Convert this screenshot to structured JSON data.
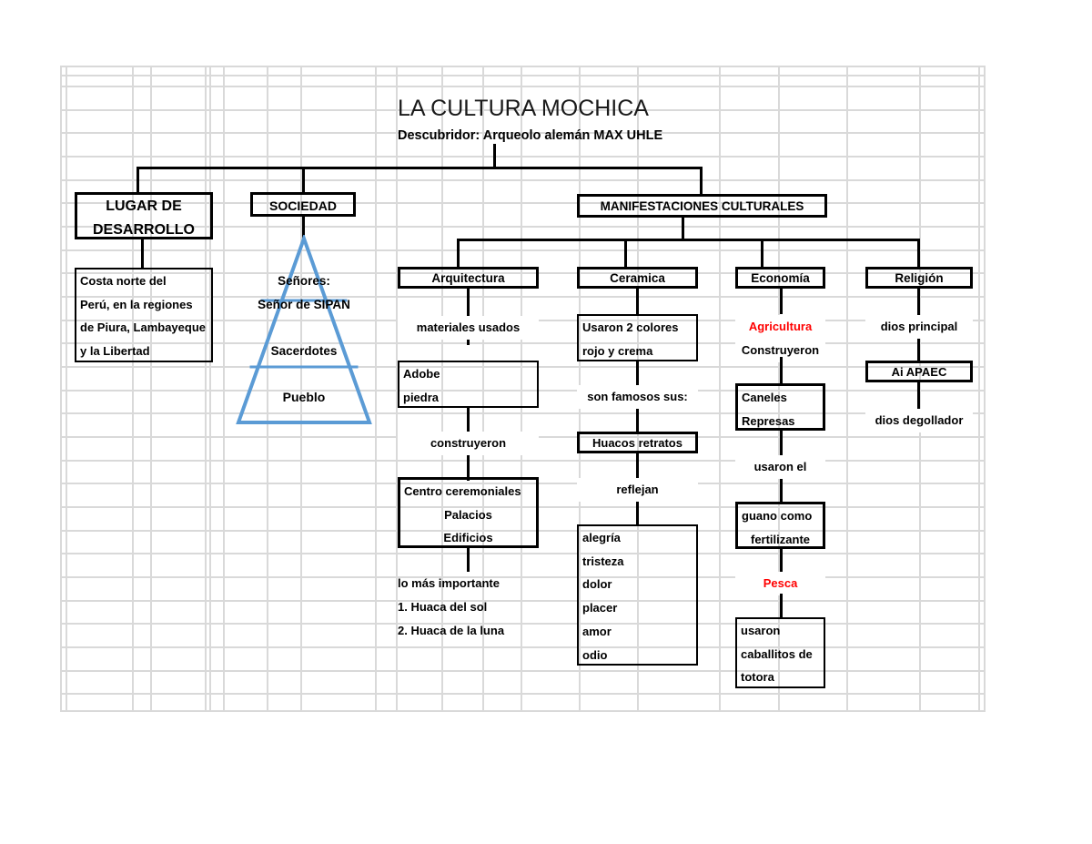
{
  "document": {
    "title": "LA CULTURA MOCHICA",
    "subtitle": "Descubridor: Arqueolo alemán MAX UHLE"
  },
  "colors": {
    "text": "#000000",
    "highlight": "#ff0000",
    "grid": "#d9d9d9",
    "pyramid": "#5b9bd5"
  },
  "branches": {
    "lugar": {
      "heading_line1": "LUGAR DE",
      "heading_line2": "DESARROLLO",
      "detail": [
        "Costa norte del",
        "Perú, en la regiones",
        "de Piura, Lambayeque",
        "y la Libertad"
      ]
    },
    "sociedad": {
      "heading": "SOCIEDAD",
      "pyramid": {
        "top_line1": "Señores:",
        "top_line2": "Señor de SIPAN",
        "middle": "Sacerdotes",
        "bottom": "Pueblo"
      }
    },
    "manifestaciones": {
      "heading": "MANIFESTACIONES CULTURALES",
      "arquitectura": {
        "heading": "Arquitectura",
        "connector1": "materiales usados",
        "materials": [
          "Adobe",
          "piedra"
        ],
        "connector2": "construyeron",
        "buildings": [
          "Centro ceremoniales",
          "Palacios",
          "Edificios"
        ],
        "important_label": "lo más importante",
        "important_items": [
          "1. Huaca del sol",
          "2. Huaca de la luna"
        ]
      },
      "ceramica": {
        "heading": "Ceramica",
        "colors_box": [
          "Usaron 2 colores",
          "rojo y crema"
        ],
        "connector1": "son famosos sus:",
        "famous": "Huacos retratos",
        "connector2": "reflejan",
        "emotions": [
          "alegría",
          "tristeza",
          "dolor",
          "placer",
          "amor",
          "odio"
        ]
      },
      "economia": {
        "heading": "Economía",
        "agricultura_label": "Agricultura",
        "agricultura_verb": "Construyeron",
        "works": [
          "Caneles",
          "Represas"
        ],
        "connector": "usaron el",
        "fertilizer": [
          "guano como",
          "fertilizante"
        ],
        "pesca_label": "Pesca",
        "pesca_detail": [
          "usaron",
          "caballitos de",
          "totora"
        ]
      },
      "religion": {
        "heading": "Religión",
        "connector1": "dios principal",
        "god": "Ai APAEC",
        "connector2": "dios degollador"
      }
    }
  }
}
